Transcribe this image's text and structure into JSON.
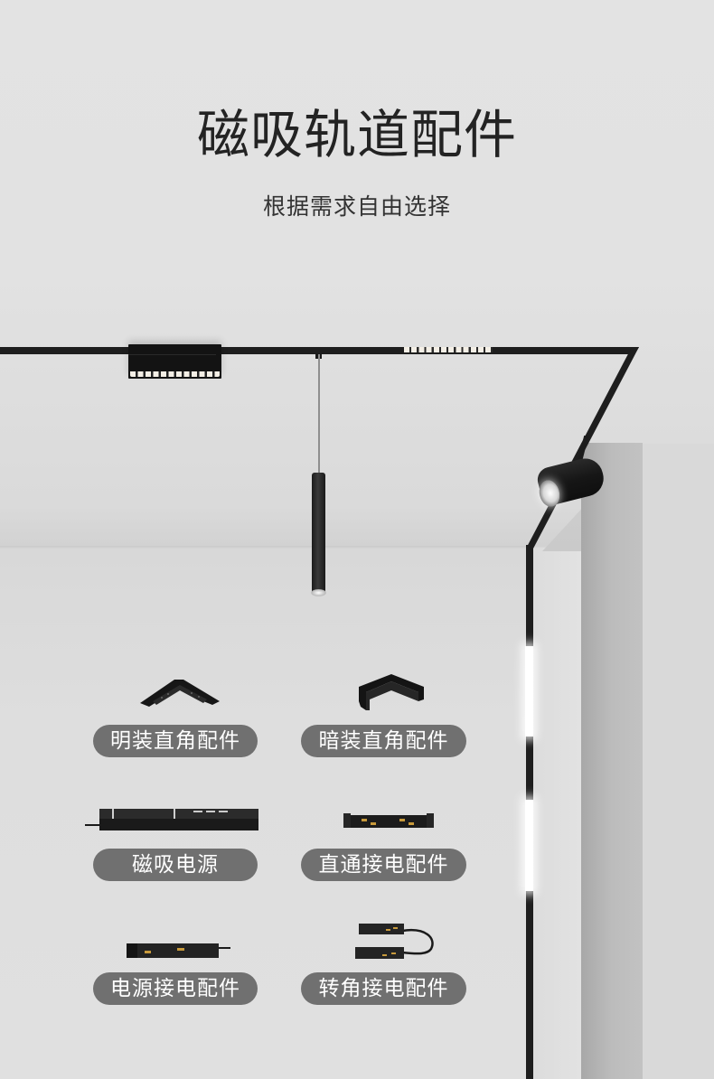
{
  "header": {
    "title": "磁吸轨道配件",
    "subtitle": "根据需求自由选择"
  },
  "scene": {
    "description_icons": [
      "grille-light-icon",
      "pendant-light-icon",
      "spotlight-icon",
      "linear-strip-light-icon"
    ],
    "colors": {
      "background": "#e3e3e3",
      "track": "#1e1e1e",
      "pill": "#707070",
      "pill_text": "#ffffff",
      "title": "#232323"
    }
  },
  "products": [
    {
      "label": "明装直角配件",
      "icon": "surface-corner-connector-icon"
    },
    {
      "label": "暗装直角配件",
      "icon": "recessed-corner-connector-icon"
    },
    {
      "label": "磁吸电源",
      "icon": "magnetic-power-driver-icon"
    },
    {
      "label": "直通接电配件",
      "icon": "straight-power-connector-icon"
    },
    {
      "label": "电源接电配件",
      "icon": "power-feed-connector-icon"
    },
    {
      "label": "转角接电配件",
      "icon": "corner-power-connector-icon"
    }
  ]
}
